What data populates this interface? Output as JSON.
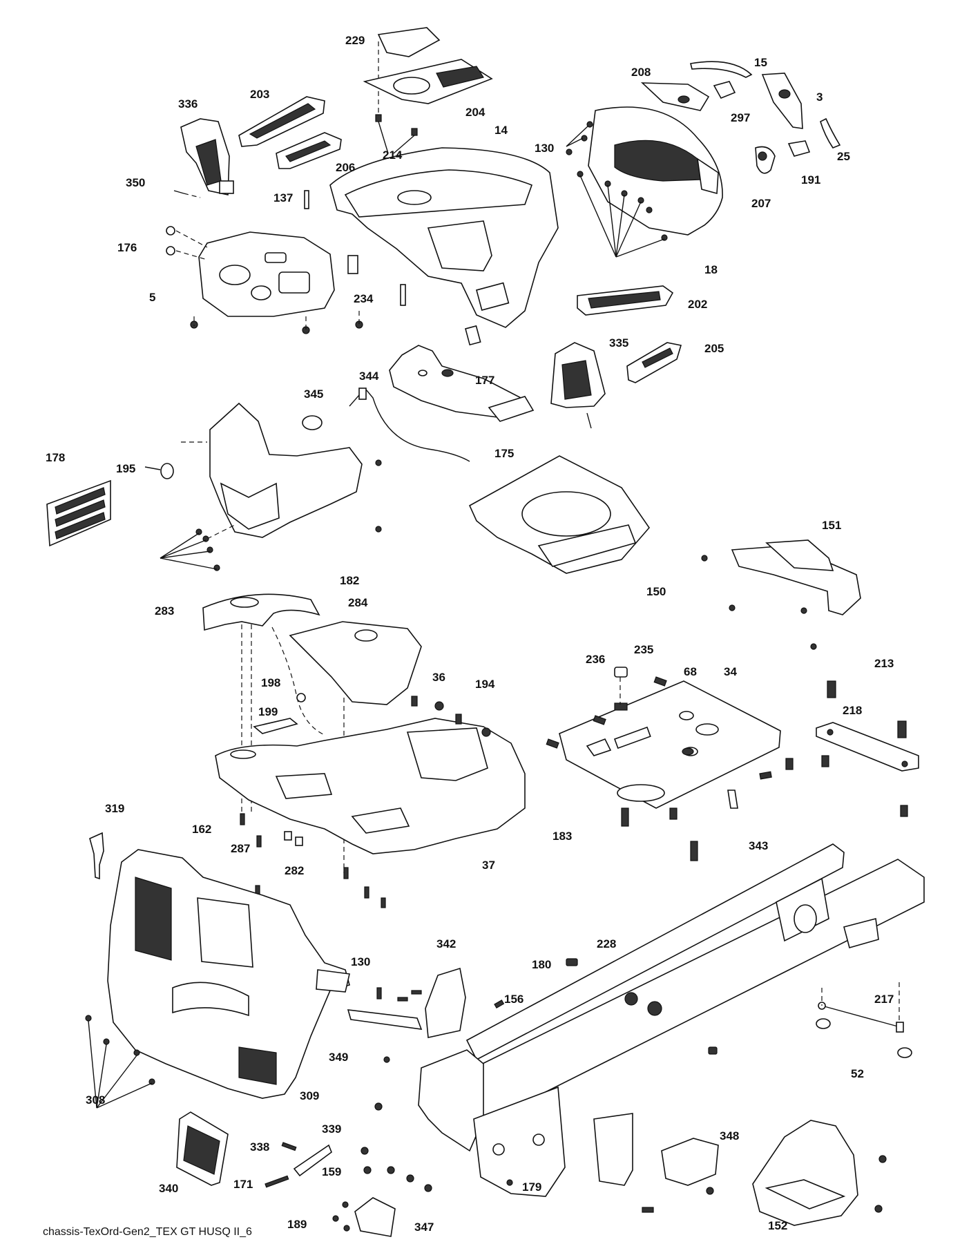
{
  "diagram": {
    "caption": "chassis-TexOrd-Gen2_TEX GT HUSQ II_6",
    "callouts": [
      "229",
      "204",
      "214",
      "14",
      "336",
      "203",
      "206",
      "350",
      "137",
      "176",
      "5",
      "234",
      "130",
      "208",
      "15",
      "297",
      "3",
      "25",
      "191",
      "207",
      "18",
      "202",
      "335",
      "205",
      "177",
      "344",
      "345",
      "175",
      "178",
      "195",
      "182",
      "150",
      "151",
      "283",
      "284",
      "198",
      "199",
      "36",
      "194",
      "235",
      "68",
      "34",
      "236",
      "213",
      "218",
      "162",
      "287",
      "282",
      "37",
      "343",
      "183",
      "319",
      "309",
      "308",
      "340",
      "338",
      "339",
      "171",
      "159",
      "189",
      "347",
      "130",
      "342",
      "156",
      "180",
      "228",
      "179",
      "349",
      "348",
      "152",
      "217",
      "52"
    ]
  }
}
